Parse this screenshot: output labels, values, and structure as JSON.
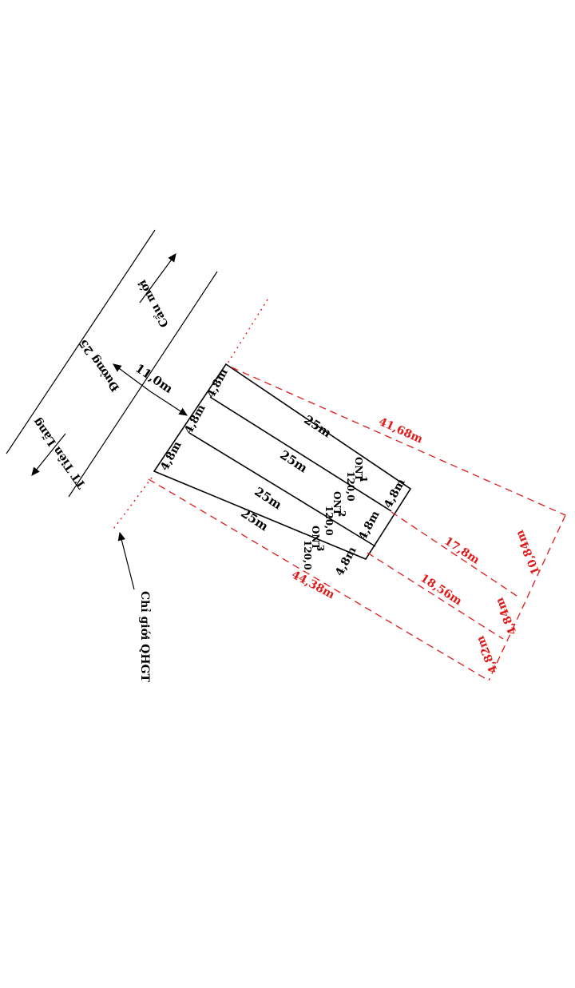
{
  "road": {
    "name": "Đường 25",
    "width": "11,0m",
    "direction_left": "TT Tiên Lãng",
    "direction_right": "Cầu mới"
  },
  "boundary_label": "Chỉ giới QHGT",
  "lots": [
    {
      "id": "1",
      "land_type": "ONT",
      "area": "120,0",
      "length": "25m",
      "front": "4,8m",
      "back": "4,8m"
    },
    {
      "id": "2",
      "land_type": "ONT",
      "area": "120,0",
      "length": "25m",
      "front": "4,8m",
      "back": "4,8m"
    },
    {
      "id": "3",
      "land_type": "ONT",
      "area": "120,0",
      "length": "25m",
      "front": "4,8m",
      "back": "4,8m"
    }
  ],
  "bottom_length": "25m",
  "red_dimensions": {
    "top": "41,68m",
    "bottom": "44,38m",
    "mid1": "17,8m",
    "mid2": "18,56m",
    "side": "10,84m",
    "side2": "4,84m",
    "side3": "4,82m"
  },
  "colors": {
    "dimension": "#e01919",
    "line": "#000000"
  }
}
